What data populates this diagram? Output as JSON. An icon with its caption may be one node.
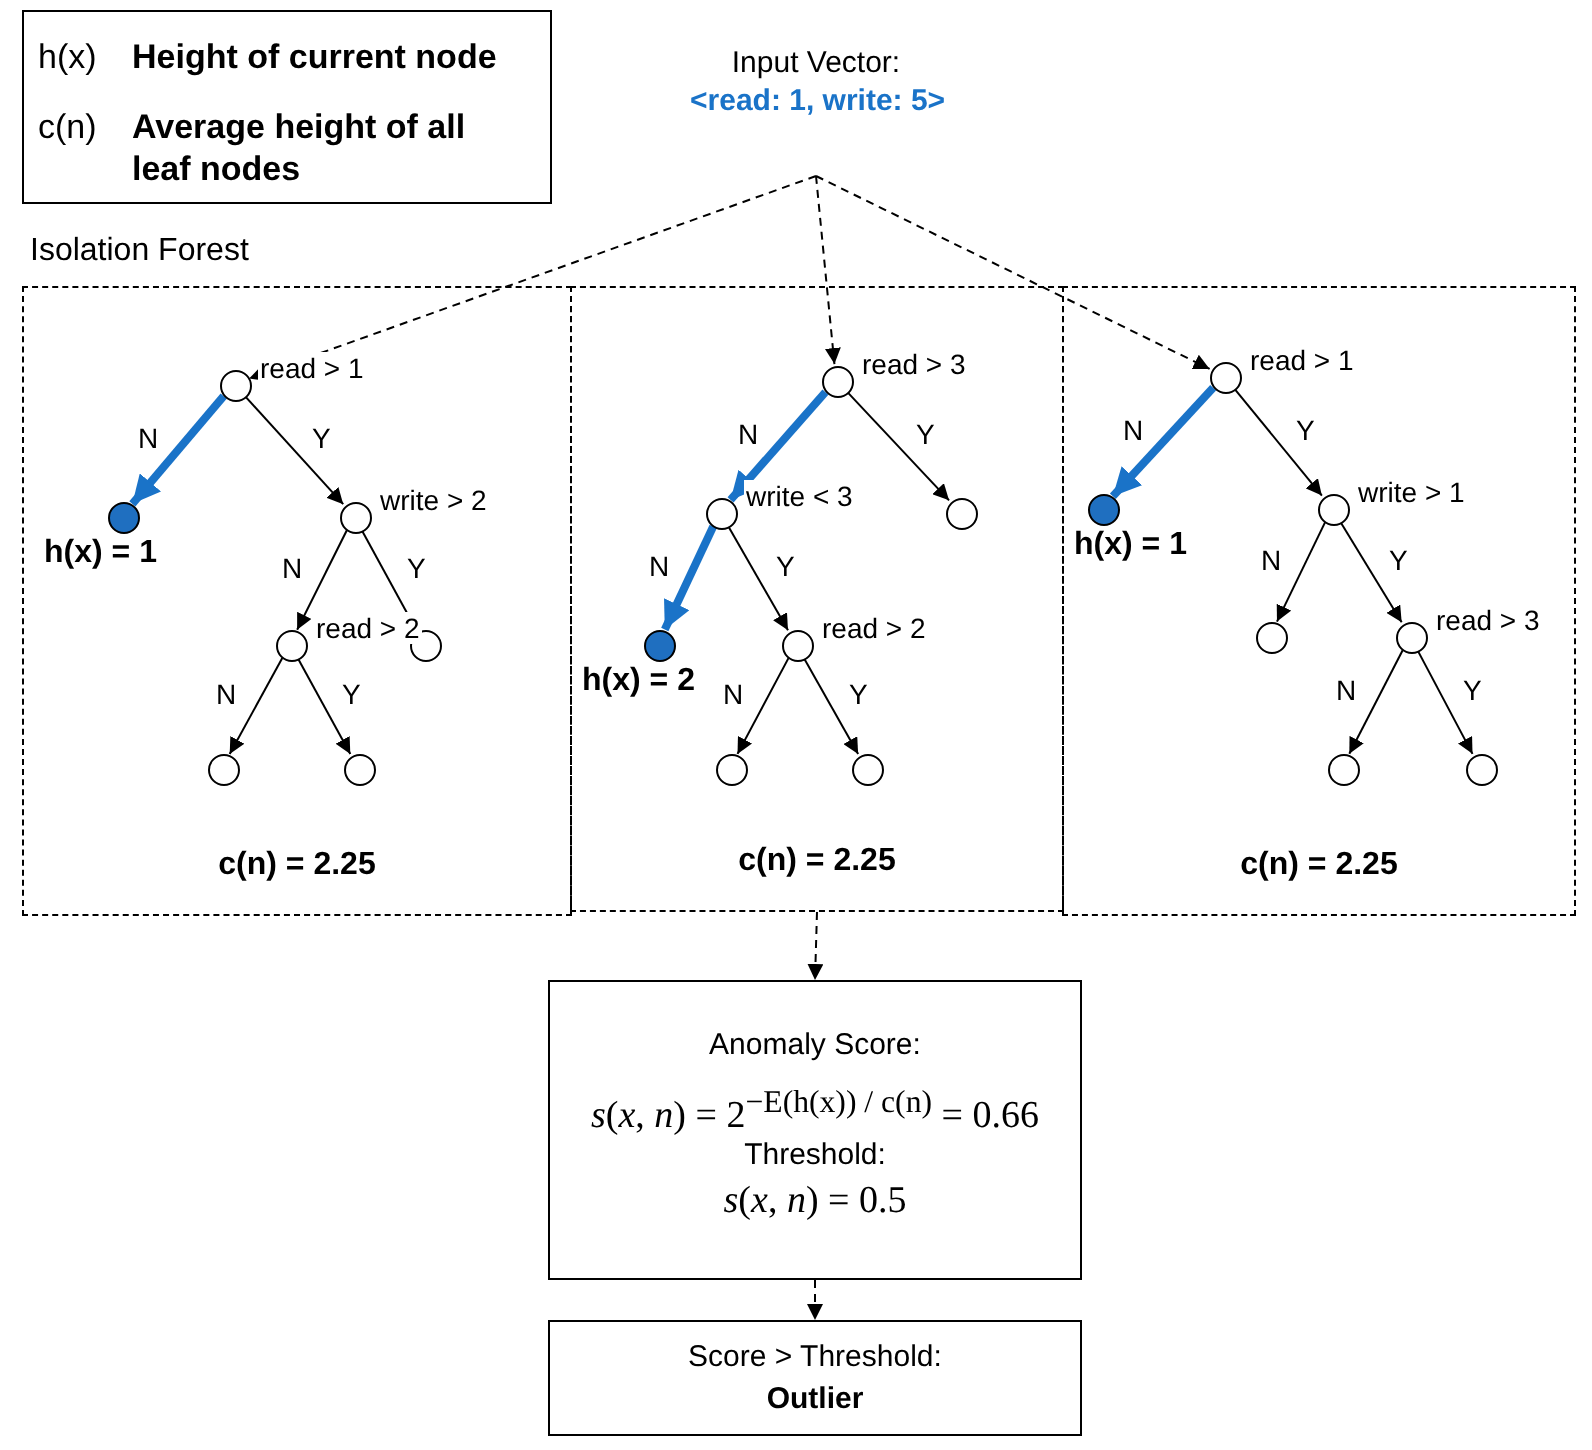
{
  "diagram": {
    "nodes": [
      {
        "text": [
          "h(x)",
          "Height of current node",
          "c(n)",
          "Average height of all leaf nodes"
        ]
      },
      {
        "text": [
          "Input Vector:",
          "<read: 1, write: 5>"
        ]
      },
      {
        "text": [
          "c(n) = 2.25"
        ]
      },
      {
        "text": [],
        "shape": "circle",
        "in": 2,
        "beside": [
          "read > 1"
        ]
      },
      {
        "text": [],
        "shape": "circle",
        "in": 2,
        "beside": [
          "h(x) = 1"
        ]
      },
      {
        "text": [],
        "shape": "circle",
        "in": 2,
        "beside": [
          "write > 2"
        ]
      },
      {
        "text": [],
        "shape": "circle",
        "in": 2
      },
      {
        "text": [],
        "shape": "circle",
        "in": 2,
        "beside": [
          "read > 2"
        ]
      },
      {
        "text": [],
        "shape": "circle",
        "in": 2
      },
      {
        "text": [],
        "shape": "circle",
        "in": 2
      },
      {
        "text": [
          "c(n) = 2.25"
        ]
      },
      {
        "text": [],
        "shape": "circle",
        "in": 10,
        "beside": [
          "read > 3"
        ]
      },
      {
        "text": [],
        "shape": "circle",
        "in": 10,
        "beside": [
          "write < 3"
        ]
      },
      {
        "text": [],
        "shape": "circle",
        "in": 10
      },
      {
        "text": [],
        "shape": "circle",
        "in": 10,
        "beside": [
          "h(x) = 2"
        ]
      },
      {
        "text": [],
        "shape": "circle",
        "in": 10,
        "beside": [
          "read > 2"
        ]
      },
      {
        "text": [],
        "shape": "circle",
        "in": 10
      },
      {
        "text": [],
        "shape": "circle",
        "in": 10
      },
      {
        "text": [
          "c(n) = 2.25"
        ]
      },
      {
        "text": [],
        "shape": "circle",
        "in": 18,
        "beside": [
          "read > 1"
        ]
      },
      {
        "text": [],
        "shape": "circle",
        "in": 18,
        "beside": [
          "h(x) = 1"
        ]
      },
      {
        "text": [],
        "shape": "circle",
        "in": 18,
        "beside": [
          "write > 1"
        ]
      },
      {
        "text": [],
        "shape": "circle",
        "in": 18
      },
      {
        "text": [],
        "shape": "circle",
        "in": 18,
        "beside": [
          "read > 3"
        ]
      },
      {
        "text": [],
        "shape": "circle",
        "in": 18
      },
      {
        "text": [],
        "shape": "circle",
        "in": 18
      },
      {
        "text": [
          "Anomaly Score:",
          "*s*(*x*, *n*) = 2$^{−E(h(x)) / c(n)}$ = 0.66",
          "Threshold:",
          "*s*(*x*, *n*) = 0.5"
        ]
      },
      {
        "text": [
          "Score > Threshold:",
          "Outlier"
        ]
      }
    ],
    "edges": [
      {
        "from": 1,
        "to": 3,
        "arrow": "to",
        "style": "dashed"
      },
      {
        "from": 1,
        "to": 11,
        "arrow": "to",
        "style": "dashed"
      },
      {
        "from": 1,
        "to": 19,
        "arrow": "to",
        "style": "dashed"
      },
      {
        "from": 3,
        "to": 4,
        "arrow": "to",
        "label": "N",
        "style": "thick",
        "color": "#1a73c8"
      },
      {
        "from": 3,
        "to": 5,
        "arrow": "to",
        "label": "Y"
      },
      {
        "from": 5,
        "to": 7,
        "arrow": "to",
        "label": "N"
      },
      {
        "from": 5,
        "to": 6,
        "arrow": "to",
        "label": "Y"
      },
      {
        "from": 7,
        "to": 8,
        "arrow": "to",
        "label": "N"
      },
      {
        "from": 7,
        "to": 9,
        "arrow": "to",
        "label": "Y"
      },
      {
        "from": 11,
        "to": 12,
        "arrow": "to",
        "label": "N",
        "style": "thick",
        "color": "#1a73c8"
      },
      {
        "from": 11,
        "to": 13,
        "arrow": "to",
        "label": "Y"
      },
      {
        "from": 12,
        "to": 14,
        "arrow": "to",
        "label": "N",
        "style": "thick",
        "color": "#1a73c8"
      },
      {
        "from": 12,
        "to": 15,
        "arrow": "to",
        "label": "Y"
      },
      {
        "from": 15,
        "to": 16,
        "arrow": "to",
        "label": "N"
      },
      {
        "from": 15,
        "to": 17,
        "arrow": "to",
        "label": "Y"
      },
      {
        "from": 19,
        "to": 20,
        "arrow": "to",
        "label": "N",
        "style": "thick",
        "color": "#1a73c8"
      },
      {
        "from": 19,
        "to": 21,
        "arrow": "to",
        "label": "Y"
      },
      {
        "from": 21,
        "to": 22,
        "arrow": "to",
        "label": "N"
      },
      {
        "from": 21,
        "to": 23,
        "arrow": "to",
        "label": "Y"
      },
      {
        "from": 23,
        "to": 24,
        "arrow": "to",
        "label": "N"
      },
      {
        "from": 23,
        "to": 25,
        "arrow": "to",
        "label": "Y"
      },
      {
        "from": 10,
        "to": 26,
        "arrow": "to",
        "style": "dashed"
      },
      {
        "from": 26,
        "to": 27,
        "arrow": "to",
        "style": "dashed"
      }
    ],
    "labels": [
      "Isolation Forest"
    ]
  }
}
